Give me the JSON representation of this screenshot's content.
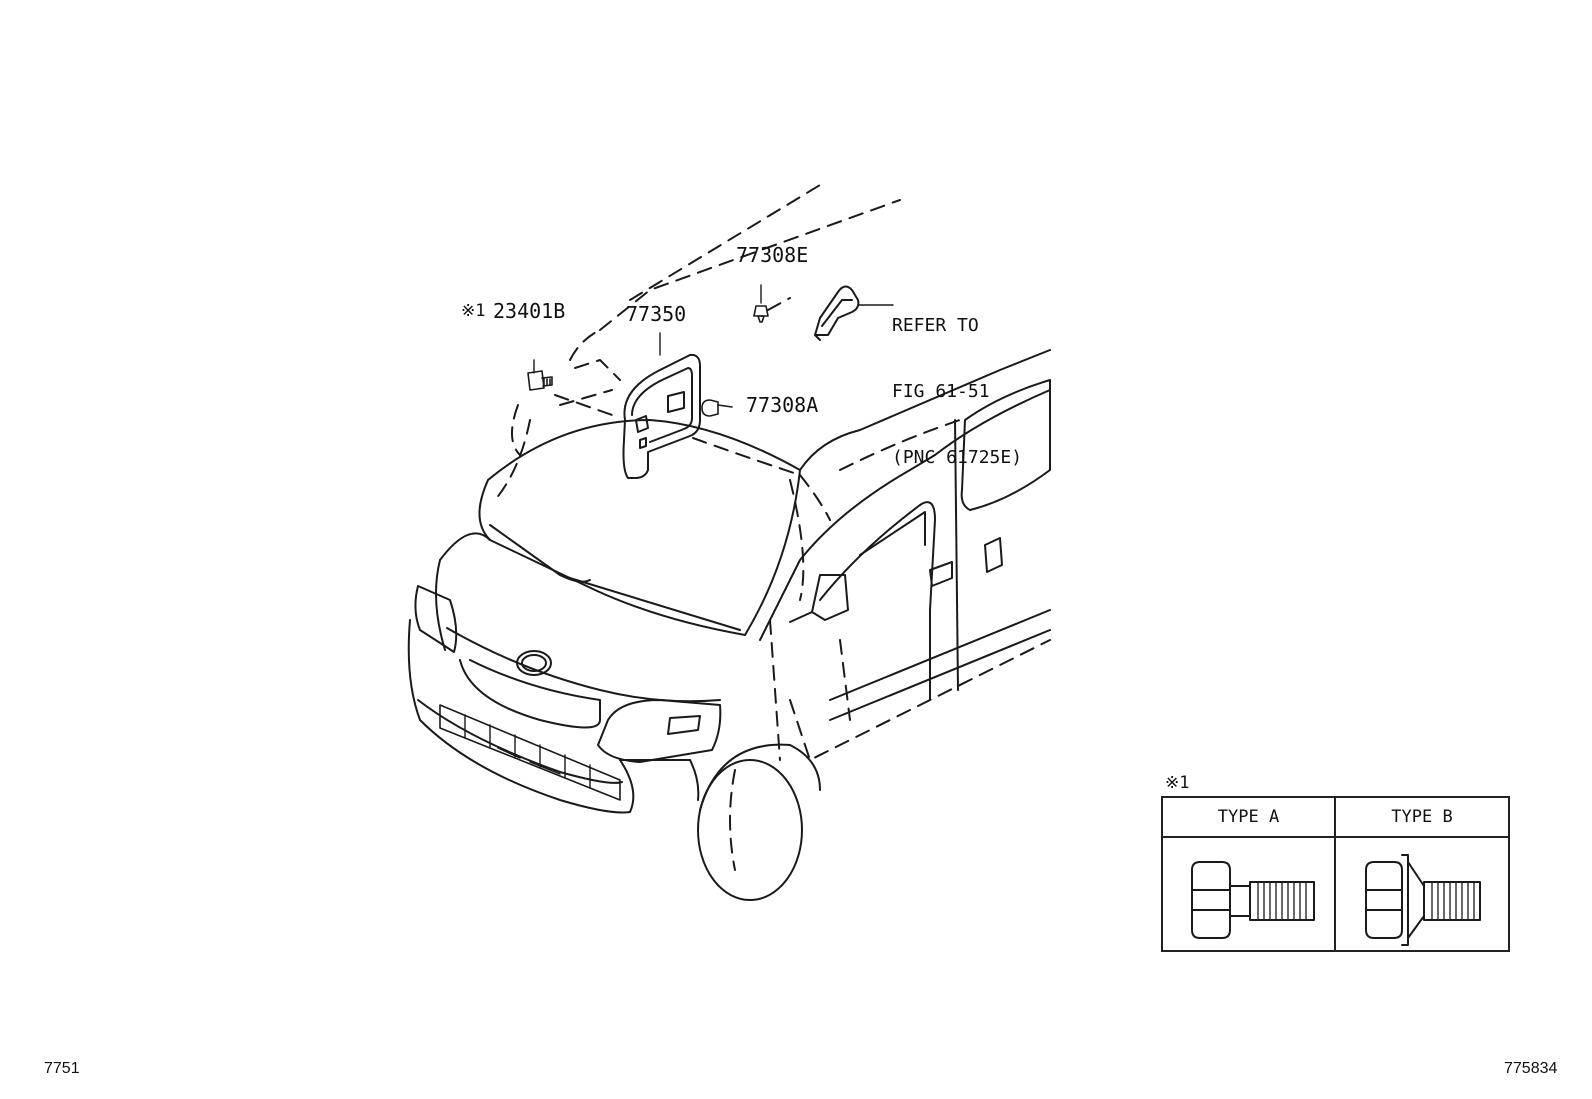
{
  "callouts": {
    "bolt_marker": "※1",
    "bolt": "23401B",
    "bracket": "77350",
    "clip_e": "77308E",
    "clip_a": "77308A"
  },
  "reference_note": {
    "line1": "REFER TO",
    "line2": "FIG 61-51",
    "line3": "(PNC 61725E)"
  },
  "legend": {
    "marker": "※1",
    "type_a": "TYPE A",
    "type_b": "TYPE B"
  },
  "footer": {
    "left_code": "7751",
    "right_code": "775834"
  },
  "icons": [
    "van-outline",
    "bolt-icon",
    "bracket-icon",
    "clip-icon",
    "pillar-trim-icon",
    "hex-bolt-icon",
    "flange-bolt-icon"
  ]
}
